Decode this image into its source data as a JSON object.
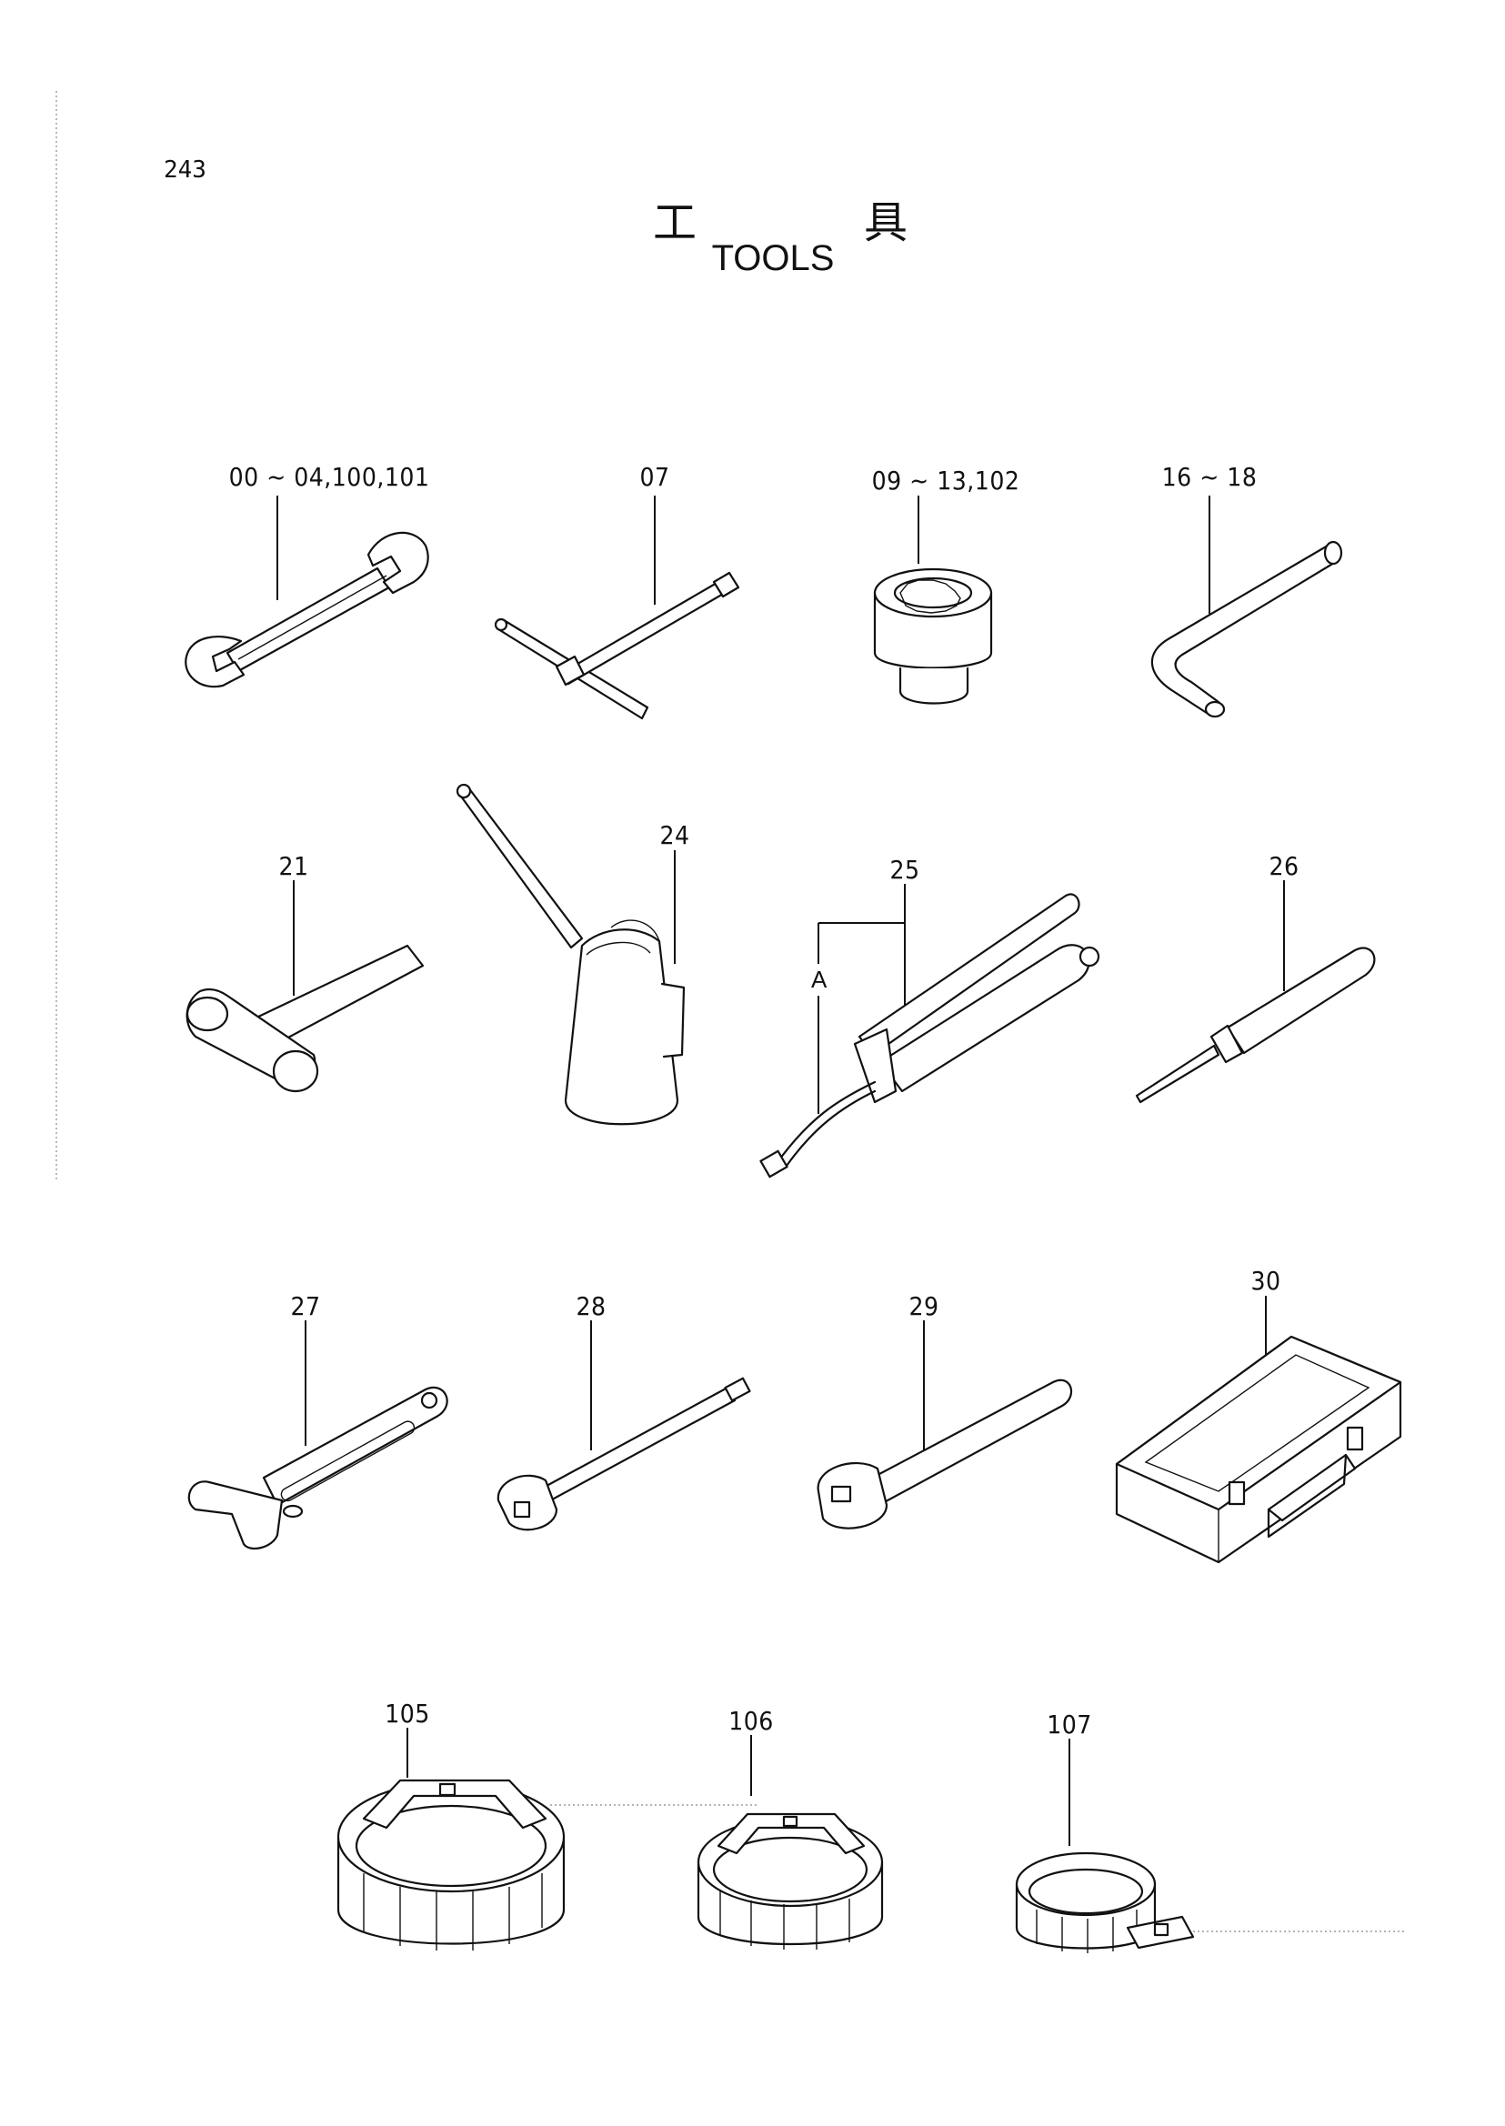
{
  "page": {
    "number": "243"
  },
  "title": {
    "jp_left": "工",
    "jp_right": "具",
    "en": "TOOLS"
  },
  "parts": [
    {
      "id": "wrench",
      "label": "00 ~ 04,100,101",
      "icon": "open-end-wrench-icon"
    },
    {
      "id": "t-wrench",
      "label": "07",
      "icon": "t-handle-socket-wrench-icon"
    },
    {
      "id": "socket",
      "label": "09 ~ 13,102",
      "icon": "socket-icon"
    },
    {
      "id": "hex-key",
      "label": "16 ~ 18",
      "icon": "hex-key-icon"
    },
    {
      "id": "hammer",
      "label": "21",
      "icon": "hammer-icon"
    },
    {
      "id": "oil-can",
      "label": "24",
      "icon": "oil-can-icon"
    },
    {
      "id": "grease-gun",
      "label": "25",
      "icon": "grease-gun-icon",
      "sub_label": "A"
    },
    {
      "id": "screwdriver",
      "label": "26",
      "icon": "screwdriver-icon"
    },
    {
      "id": "adjustable-wrench",
      "label": "27",
      "icon": "adjustable-wrench-icon"
    },
    {
      "id": "extension-bar",
      "label": "28",
      "icon": "extension-bar-icon"
    },
    {
      "id": "ratchet-handle",
      "label": "29",
      "icon": "ratchet-handle-icon"
    },
    {
      "id": "tool-box",
      "label": "30",
      "icon": "tool-box-icon"
    },
    {
      "id": "filter-wrench-large",
      "label": "105",
      "icon": "filter-wrench-cup-icon"
    },
    {
      "id": "filter-wrench-medium",
      "label": "106",
      "icon": "filter-wrench-cup-icon"
    },
    {
      "id": "filter-wrench-small",
      "label": "107",
      "icon": "filter-wrench-band-icon"
    }
  ]
}
